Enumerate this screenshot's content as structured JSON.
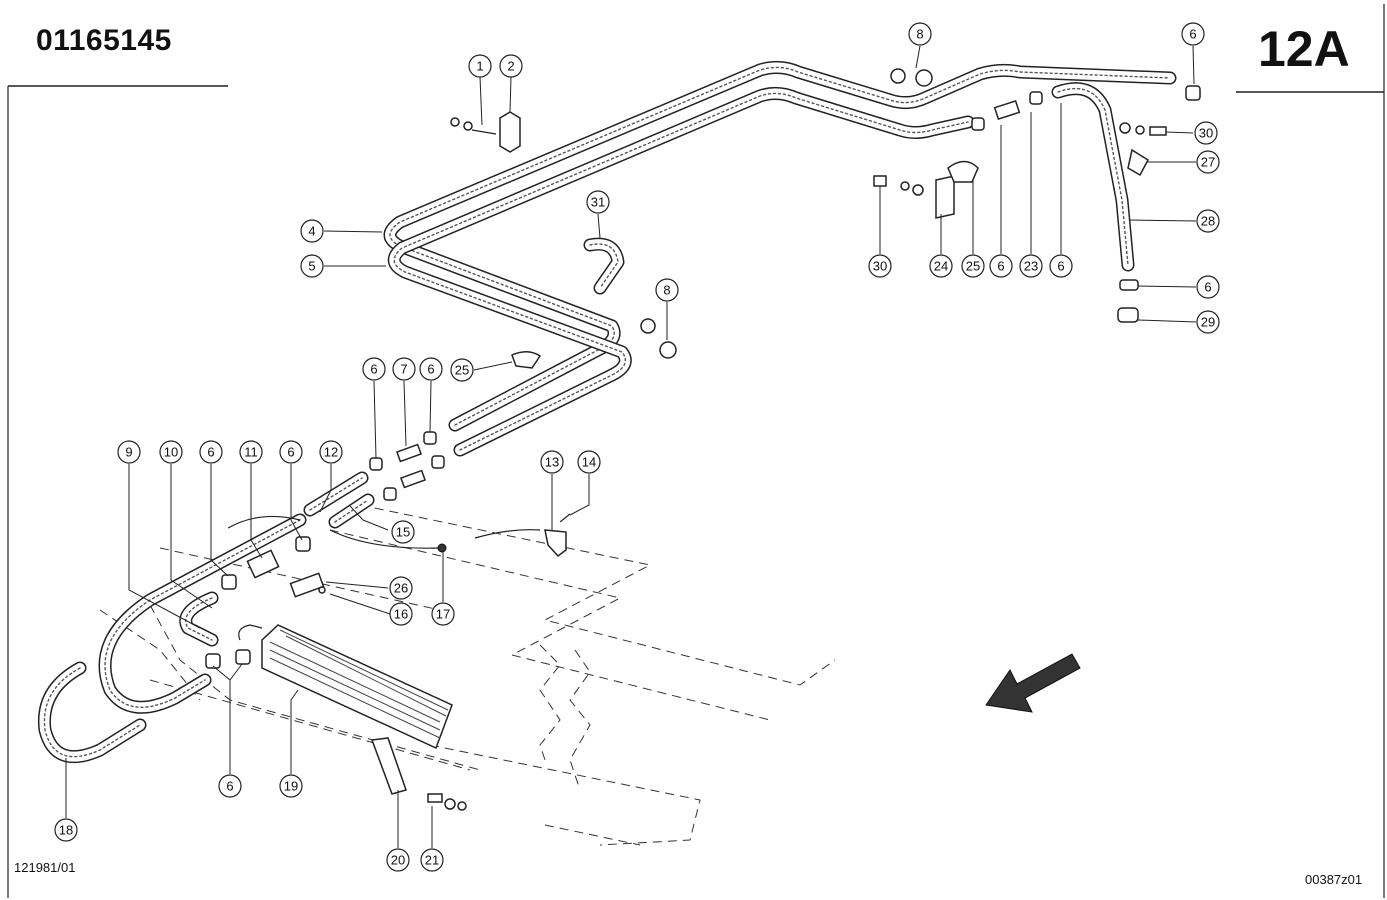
{
  "header": {
    "doc_number": "01165145",
    "section_code": "12A"
  },
  "footer": {
    "left_code": "121981/01",
    "right_code": "00387z01"
  },
  "callouts": [
    {
      "id": "c1",
      "label": "1"
    },
    {
      "id": "c2",
      "label": "2"
    },
    {
      "id": "c8a",
      "label": "8"
    },
    {
      "id": "c6a",
      "label": "6"
    },
    {
      "id": "c30a",
      "label": "30"
    },
    {
      "id": "c27",
      "label": "27"
    },
    {
      "id": "c28",
      "label": "28"
    },
    {
      "id": "c4",
      "label": "4"
    },
    {
      "id": "c5",
      "label": "5"
    },
    {
      "id": "c31",
      "label": "31"
    },
    {
      "id": "c30b",
      "label": "30"
    },
    {
      "id": "c24",
      "label": "24"
    },
    {
      "id": "c25a",
      "label": "25"
    },
    {
      "id": "c6b",
      "label": "6"
    },
    {
      "id": "c23",
      "label": "23"
    },
    {
      "id": "c6c",
      "label": "6"
    },
    {
      "id": "c6d",
      "label": "6"
    },
    {
      "id": "c29",
      "label": "29"
    },
    {
      "id": "c8b",
      "label": "8"
    },
    {
      "id": "c6e",
      "label": "6"
    },
    {
      "id": "c7",
      "label": "7"
    },
    {
      "id": "c6f",
      "label": "6"
    },
    {
      "id": "c25b",
      "label": "25"
    },
    {
      "id": "c9",
      "label": "9"
    },
    {
      "id": "c10",
      "label": "10"
    },
    {
      "id": "c6g",
      "label": "6"
    },
    {
      "id": "c11",
      "label": "11"
    },
    {
      "id": "c6h",
      "label": "6"
    },
    {
      "id": "c12",
      "label": "12"
    },
    {
      "id": "c13",
      "label": "13"
    },
    {
      "id": "c14",
      "label": "14"
    },
    {
      "id": "c15",
      "label": "15"
    },
    {
      "id": "c26",
      "label": "26"
    },
    {
      "id": "c16",
      "label": "16"
    },
    {
      "id": "c17",
      "label": "17"
    },
    {
      "id": "c6i",
      "label": "6"
    },
    {
      "id": "c19",
      "label": "19"
    },
    {
      "id": "c18",
      "label": "18"
    },
    {
      "id": "c20",
      "label": "20"
    },
    {
      "id": "c21",
      "label": "21"
    }
  ]
}
